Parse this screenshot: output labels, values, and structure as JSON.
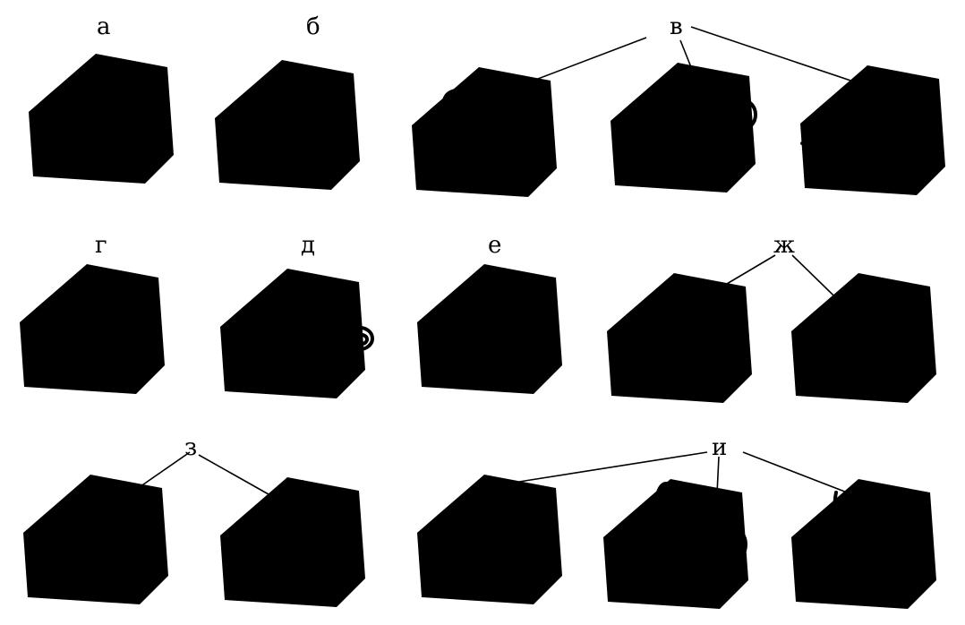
{
  "labels": {
    "a": "а",
    "b": "б",
    "v": "в",
    "g": "г",
    "d": "д",
    "e": "е",
    "zh": "ж",
    "z": "з",
    "i": "и"
  },
  "colors": {
    "ink": "#000000",
    "background": "#ffffff"
  }
}
